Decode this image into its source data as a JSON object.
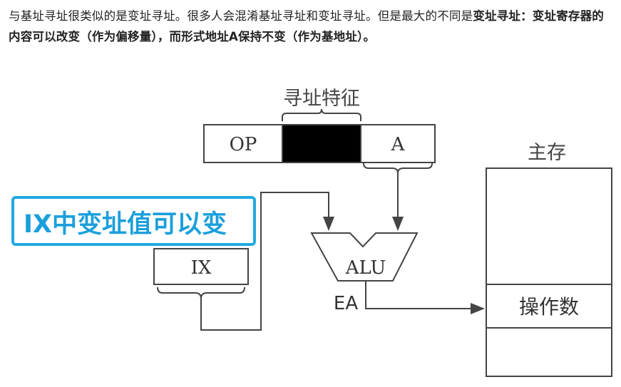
{
  "paragraph": {
    "normal_text": "与基址寻址很类似的是变址寻址。很多人会混淆基址寻址和变址寻址。但是最大的不同是",
    "bold_text": "变址寻址：变址寄存器的内容可以改变（作为偏移量），而形式地址A保持不变（作为基地址）。"
  },
  "diagram": {
    "feature_label": "寻址特征",
    "instruction": {
      "op_label": "OP",
      "a_label": "A"
    },
    "ix_register_label": "IX",
    "alu_label": "ALU",
    "ea_label": "EA",
    "callout_text": "IX中变址值可以变",
    "memory": {
      "title": "主存",
      "operand_label": "操作数"
    },
    "colors": {
      "callout_border": "#21a9e1",
      "callout_text": "#1b9fdc",
      "line": "#444444",
      "feature_fill": "#000000"
    }
  }
}
